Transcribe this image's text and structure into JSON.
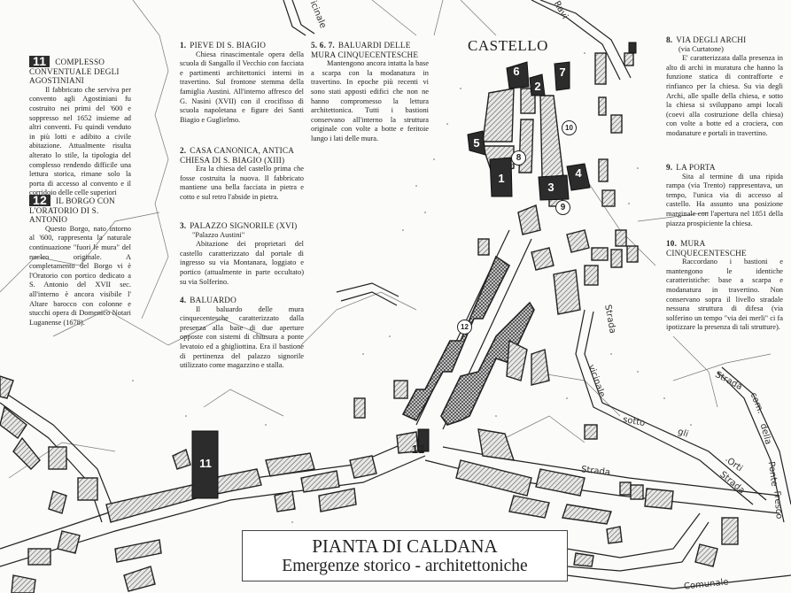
{
  "map": {
    "title": "PIANTA DI CALDANA",
    "subtitle": "Emergenze storico - architettoniche",
    "castello_label": "CASTELLO",
    "street_labels": {
      "vicinale_top": "Vicinale",
      "ravi": "Ravi",
      "strada_vicinale": "Strada",
      "vicinale_mid": "vicinale",
      "sotto": "sotto",
      "gli": "gli",
      "orti": "Orti",
      "strada_bottom": "Strada",
      "strada_right": "Strada",
      "strada_com": "Strada",
      "com": "com.",
      "della": "della",
      "ponte": "Ponte",
      "fresco": "Fresco",
      "comunale": "Comunale",
      "strada_orti": "Strada"
    },
    "markers": {
      "m1": "1",
      "m2": "2",
      "m3": "3",
      "m4": "4",
      "m5": "5",
      "m6": "6",
      "m7": "7",
      "m8": "8",
      "m9": "9",
      "m10": "10",
      "m11": "11",
      "m12a": "12",
      "m12b": "12"
    }
  },
  "legend": {
    "left": [
      {
        "badge": "11",
        "heading": "COMPLESSO CONVENTUALE DEGLI AGOSTINIANI",
        "body": "Il fabbricato che serviva per convento agli Agostiniani fu costruito nei primi del '600 e soppresso nel 1652 insieme ad altri conventi. Fu quindi venduto in più lotti e adibito a civile abitazione. Attualmente risulta alterato lo stile, la tipologia del complesso rendendo difficile una lettura storica, rimane solo la porta di accesso al convento e il corridoio delle celle superiori"
      },
      {
        "badge": "12",
        "heading": "IL BORGO CON L'ORATORIO DI S. ANTONIO",
        "body": "Questo Borgo, nato intorno al '600, rappresenta la naturale continuazione \"fuori le mura\" del nucleo originale. A completamento del Borgo vi è l'Oratorio con portico dedicato a S. Antonio del XVII sec. all'interno è ancora visibile l' Altare barocco con colonne e stucchi opera di Domenico Notari Luganense (1678)."
      }
    ],
    "center": [
      {
        "number": "1.",
        "heading": "PIEVE DI S. BIAGIO",
        "body": "Chiesa rinascimentale opera della scuola di Sangallo il Vecchio con facciata e partimenti architettonici interni in travertino. Sul frontone stemma della famiglia Austini. All'interno affresco del G. Nasini (XVII) con il crocifisso di scuola napoletana e figure dei Santi Biagio e Guglielmo."
      },
      {
        "number": "2.",
        "heading": "CASA CANONICA, ANTICA CHIESA DI S. BIAGIO (XIII)",
        "body": "Era la chiesa del castello prima che fosse costruita la nuova. Il fabbricato mantiene una bella facciata in pietra e cotto e sul retro l'abside in pietra."
      },
      {
        "number": "3.",
        "heading": "PALAZZO SIGNORILE (XVI)",
        "subheading": "\"Palazzo Austini\"",
        "body": "Abitazione dei proprietari del castello caratterizzato dal portale di ingresso su via Montanara, loggiato e portico (attualmente in parte occultato) su via Solferino."
      },
      {
        "number": "4.",
        "heading": "BALUARDO",
        "body": "Il baluardo delle mura cinquecentesche caratterizzato dalla presenza alla base di due aperture opposte con sistemi di chiusura a ponte levatoio ed a ghigliottina. Era il bastione di pertinenza del palazzo signorile utilizzato come magazzino e stalla."
      }
    ],
    "center_right": [
      {
        "number": "5. 6. 7.",
        "heading": "BALUARDI DELLE MURA CINQUECENTESCHE",
        "body": "Mantengono ancora intatta la base a scarpa con la modanatura in travertino. In epoche più recenti vi sono stati apposti edifici che non ne hanno compromesso la lettura architettonica. Tutti i bastioni conservano all'interno la struttura originale con volte a botte e feritoie lungo i lati delle mura."
      }
    ],
    "right": [
      {
        "number": "8.",
        "heading": "VIA DEGLI ARCHI",
        "subheading": "(via Curtatone)",
        "body": "E' caratterizzata dalla presenza in alto di archi in muratura che hanno la funzione statica di contrafforte e rinfianco per la chiesa. Su via degli Archi, alle spalle della chiesa, e sotto la chiesa si sviluppano ampi locali (coevi alla costruzione della chiesa) con volte a botte ed a crociera, con modanature e portali in travertino."
      },
      {
        "number": "9.",
        "heading": "LA PORTA",
        "body": "Sita al termine di una ripida rampa (via Trento) rappresentava, un tempo, l'unica via di accesso al castello. Ha assunto una posizione marginale con l'apertura nel 1851 della piazza prospiciente la chiesa."
      },
      {
        "number": "10.",
        "heading": "MURA CINQUECENTESCHE",
        "body": "Raccordano i bastioni e mantengono le identiche caratteristiche: base a scarpa e modanatura in travertino. Non conservano sopra il livello stradale nessuna struttura di difesa (via solferino un tempo \"via dei merli\" ci fa ipotizzare la presenza di tali strutture)."
      }
    ]
  },
  "colors": {
    "paper": "#fbfbf9",
    "ink": "#222222",
    "landmark_fill": "#2c2c2c",
    "hatch": "#555555"
  }
}
